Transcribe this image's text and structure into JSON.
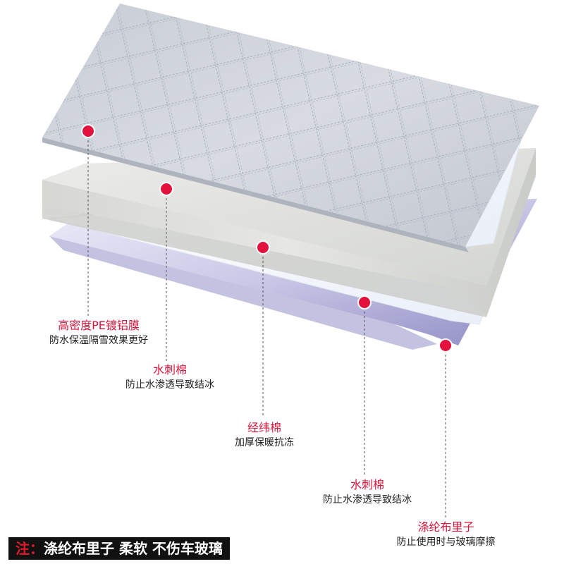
{
  "layers": [
    {
      "title": "高密度PE镀铝膜",
      "desc": "防水保温隔雪效果更好"
    },
    {
      "title": "水刺棉",
      "desc": "防止水渗透导致结冰"
    },
    {
      "title": "经纬棉",
      "desc": "加厚保暖抗冻"
    },
    {
      "title": "水刺棉",
      "desc": "防止水渗透导致结冰"
    },
    {
      "title": "涤纶布里子",
      "desc": "防止使用时与玻璃摩擦"
    }
  ],
  "footer": {
    "note": "注：",
    "text": "涤纶布里子 柔软 不伤车玻璃"
  },
  "colors": {
    "accent": "#d8143a",
    "dot": "#e3123c"
  }
}
